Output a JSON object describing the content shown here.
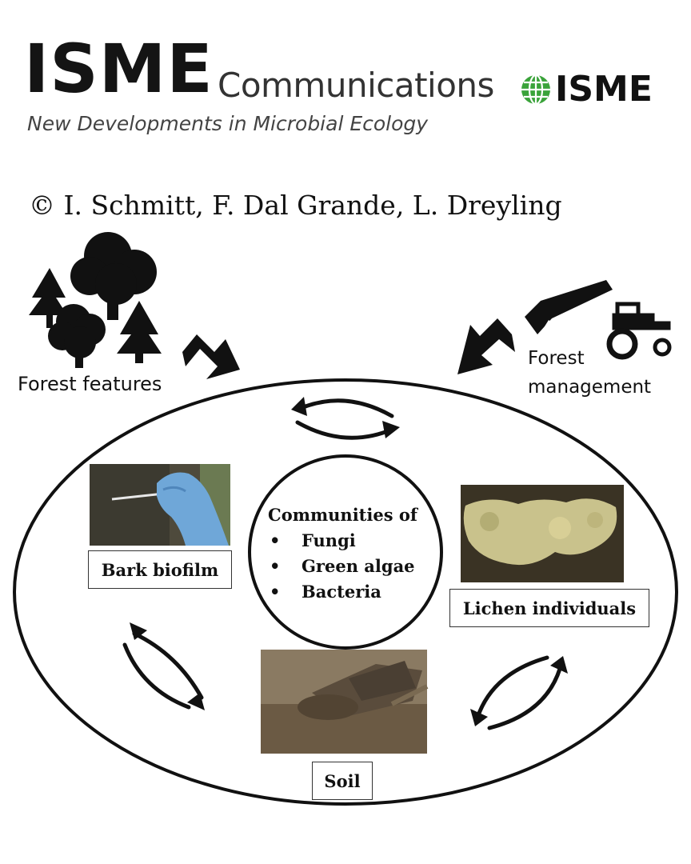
{
  "header": {
    "isme_title": "ISME",
    "communications": "Communications",
    "subtitle": "New Developments in Microbial Ecology",
    "logo_text": "ISME"
  },
  "copyright": "© I. Schmitt, F. Dal Grande, L. Dreyling",
  "labels": {
    "forest_features": "Forest features",
    "forest_management_line1": "Forest",
    "forest_management_line2": "management",
    "bark_biofilm": "Bark biofilm",
    "lichen_individuals": "Lichen individuals",
    "soil": "Soil"
  },
  "center": {
    "heading": "Communities of",
    "items": [
      "Fungi",
      "Green algae",
      "Bacteria"
    ]
  },
  "colors": {
    "logo_green": "#3aa33a",
    "glove_blue": "#6fa7d8",
    "bark": "#4e4a3c",
    "lichen": "#c9c28c",
    "soil": "#6b5a44"
  }
}
